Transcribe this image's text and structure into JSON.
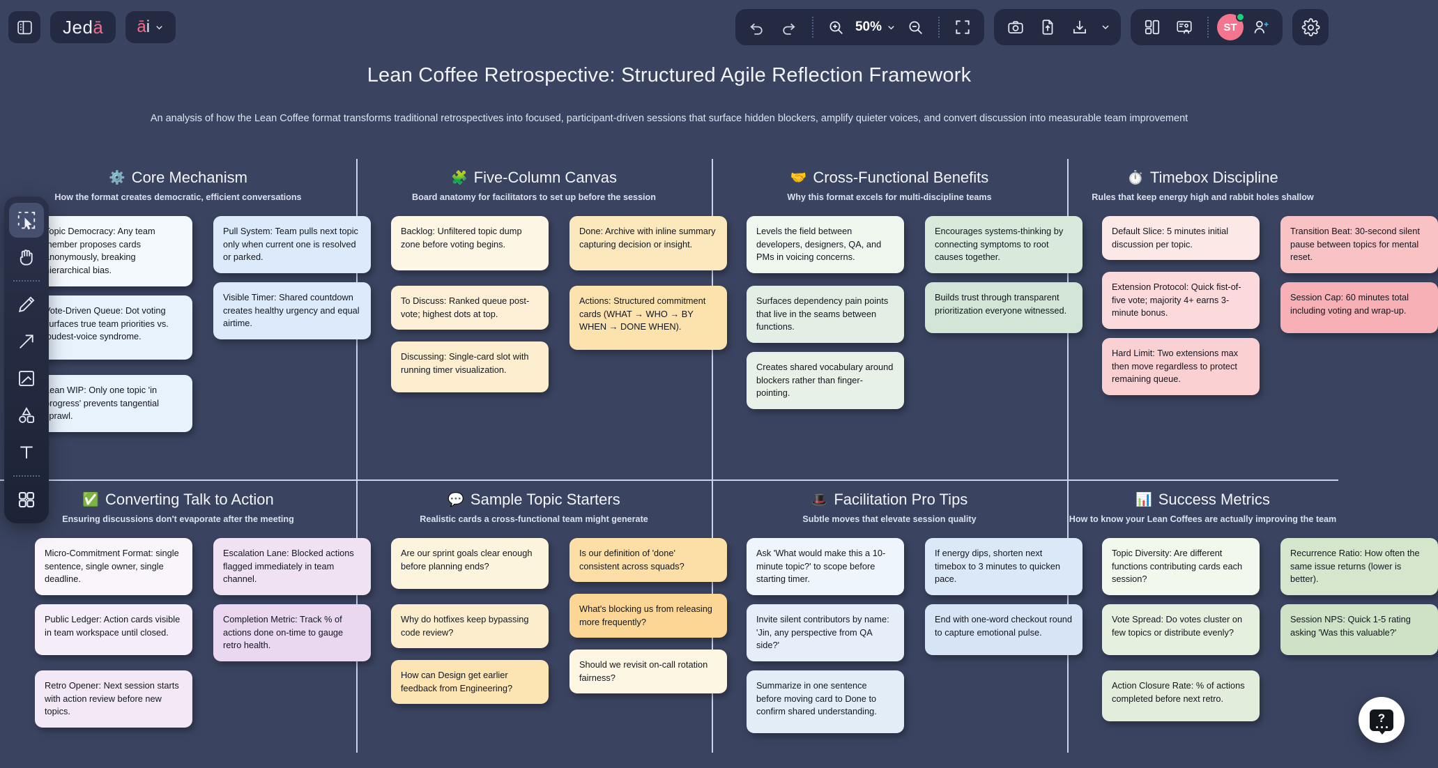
{
  "app": {
    "brand_main": "Jed",
    "brand_accent": "ā",
    "ai_label": "ā",
    "ai_bar": "i",
    "zoom_level": "50%",
    "avatar_initials": "ST"
  },
  "toolbar": {
    "sidebar_toggle": "sidebar-panel-toggle",
    "undo": "Undo",
    "redo": "Redo",
    "zoom_in": "Zoom in",
    "zoom_out": "Zoom out",
    "fit_screen": "Fit to screen",
    "camera": "Screenshot",
    "upload": "Upload",
    "download": "Download",
    "layout": "Layout view",
    "present": "Present",
    "add_user": "Invite",
    "settings": "Settings"
  },
  "tools": [
    {
      "name": "select-tool",
      "active": true
    },
    {
      "name": "hand-tool",
      "active": false
    },
    {
      "name": "pen-tool",
      "active": false
    },
    {
      "name": "arrow-tool",
      "active": false
    },
    {
      "name": "sticky-note-tool",
      "active": false
    },
    {
      "name": "shapes-tool",
      "active": false
    },
    {
      "name": "text-tool",
      "active": false
    },
    {
      "name": "apps-tool",
      "active": false
    }
  ],
  "document": {
    "title": "Lean Coffee Retrospective: Structured Agile Reflection Framework",
    "subtitle": "An analysis of how the Lean Coffee format transforms traditional retrospectives into focused, participant-driven sessions that surface hidden blockers, amplify quieter voices, and convert discussion into measurable team improvement"
  },
  "help": {
    "label": "?"
  },
  "quadrants": [
    {
      "id": "core-mechanism",
      "emoji": "⚙️",
      "title": "Core Mechanism",
      "subtitle": "How the format creates democratic, efficient conversations",
      "colA": [
        {
          "text": "Topic Democracy: Any team member proposes cards anonymously, breaking hierarchical bias.",
          "bg": "#f4f9fe",
          "h": 92
        },
        {
          "text": "Vote-Driven Queue: Dot voting surfaces true team priorities vs. loudest-voice syndrome.",
          "bg": "#e8f2fd",
          "h": 92
        },
        {
          "text": "Lean WIP: Only one topic 'in progress' prevents tangential sprawl.",
          "bg": "#e8f2fd",
          "h": 73
        }
      ],
      "colB": [
        {
          "text": "Pull System: Team pulls next topic only when current one is resolved or parked.",
          "bg": "#ddeafb",
          "h": 73
        },
        {
          "text": "Visible Timer: Shared countdown creates healthy urgency and equal airtime.",
          "bg": "#ddeafb",
          "h": 73
        }
      ]
    },
    {
      "id": "five-column-canvas",
      "emoji": "🧩",
      "title": "Five-Column Canvas",
      "subtitle": "Board anatomy for facilitators to set up before the session",
      "colA": [
        {
          "text": "Backlog: Unfiltered topic dump zone before voting begins.",
          "bg": "#fdf6e4",
          "h": 78
        },
        {
          "text": "To Discuss: Ranked queue post-vote; highest dots at top.",
          "bg": "#fdf0d7",
          "h": 58
        },
        {
          "text": "Discussing: Single-card slot with running timer visualization.",
          "bg": "#fdeecf",
          "h": 73
        }
      ],
      "colB": [
        {
          "text": "Done: Archive with inline summary capturing decision or insight.",
          "bg": "#fce8bd",
          "h": 78
        },
        {
          "text": "Actions: Structured commitment cards (WHAT → WHO → BY WHEN → DONE WHEN).",
          "bg": "#fce2ad",
          "h": 92
        }
      ]
    },
    {
      "id": "cross-functional-benefits",
      "emoji": "🤝",
      "title": "Cross-Functional Benefits",
      "subtitle": "Why this format excels for multi-discipline teams",
      "colA": [
        {
          "text": "Levels the field between developers, designers, QA, and PMs in voicing concerns.",
          "bg": "#eff7ef",
          "h": 78
        },
        {
          "text": "Surfaces dependency pain points that live in the seams between functions.",
          "bg": "#e3efe4",
          "h": 73
        },
        {
          "text": "Creates shared vocabulary around blockers rather than finger-pointing.",
          "bg": "#e8f1e8",
          "h": 73
        }
      ],
      "colB": [
        {
          "text": "Encourages systems-thinking by connecting symptoms to root causes together.",
          "bg": "#d9e9dc",
          "h": 73
        },
        {
          "text": "Builds trust through transparent prioritization everyone witnessed.",
          "bg": "#d2e5d6",
          "h": 73
        }
      ]
    },
    {
      "id": "timebox-discipline",
      "emoji": "⏱️",
      "title": "Timebox Discipline",
      "subtitle": "Rules that keep energy high and rabbit holes shallow",
      "colA": [
        {
          "text": "Default Slice: 5 minutes initial discussion per topic.",
          "bg": "#fde8e8",
          "h": 58
        },
        {
          "text": "Extension Protocol: Quick fist-of-five vote; majority 4+ earns 3-minute bonus.",
          "bg": "#fcd9da",
          "h": 73
        },
        {
          "text": "Hard Limit: Two extensions max then move regardless to protect remaining queue.",
          "bg": "#fbd0d2",
          "h": 73
        }
      ],
      "colB": [
        {
          "text": "Transition Beat: 30-second silent pause between topics for mental reset.",
          "bg": "#f9c2c5",
          "h": 73
        },
        {
          "text": "Session Cap: 60 minutes total including voting and wrap-up.",
          "bg": "#f7b0b5",
          "h": 73
        }
      ]
    },
    {
      "id": "converting-talk-to-action",
      "emoji": "✅",
      "title": "Converting Talk to Action",
      "subtitle": "Ensuring discussions don't evaporate after the meeting",
      "colA": [
        {
          "text": "Micro-Commitment Format: single sentence, single owner, single deadline.",
          "bg": "#faf5fb",
          "h": 73
        },
        {
          "text": "Public Ledger: Action cards visible in team workspace until closed.",
          "bg": "#f5edf8",
          "h": 73
        },
        {
          "text": "Retro Opener: Next session starts with action review before new topics.",
          "bg": "#f2e8f6",
          "h": 73
        }
      ],
      "colB": [
        {
          "text": "Escalation Lane: Blocked actions flagged immediately in team channel.",
          "bg": "#f0e2f3",
          "h": 73
        },
        {
          "text": "Completion Metric: Track % of actions done on-time to gauge retro health.",
          "bg": "#e9d8ef",
          "h": 73
        }
      ]
    },
    {
      "id": "sample-topic-starters",
      "emoji": "💬",
      "title": "Sample Topic Starters",
      "subtitle": "Realistic cards a cross-functional team might generate",
      "colA": [
        {
          "text": "Are our sprint goals clear enough before planning ends?",
          "bg": "#fdf4dd",
          "h": 73
        },
        {
          "text": "Why do hotfixes keep bypassing code review?",
          "bg": "#fceecd",
          "h": 58
        },
        {
          "text": "How can Design get earlier feedback from Engineering?",
          "bg": "#fce4b3",
          "h": 58
        }
      ],
      "colB": [
        {
          "text": "Is our definition of 'done' consistent across squads?",
          "bg": "#fcdfa6",
          "h": 58
        },
        {
          "text": "What's blocking us from releasing more frequently?",
          "bg": "#fbd694",
          "h": 58
        },
        {
          "text": "Should we revisit on-call rotation fairness?",
          "bg": "#fdf6e3",
          "h": 58
        }
      ]
    },
    {
      "id": "facilitation-pro-tips",
      "emoji": "🎩",
      "title": "Facilitation Pro Tips",
      "subtitle": "Subtle moves that elevate session quality",
      "colA": [
        {
          "text": "Ask 'What would make this a 10-minute topic?' to scope before starting timer.",
          "bg": "#eff5fc",
          "h": 73
        },
        {
          "text": "Invite silent contributors by name: 'Jin, any perspective from QA side?'",
          "bg": "#e6eff9",
          "h": 73
        },
        {
          "text": "Summarize in one sentence before moving card to Done to confirm shared understanding.",
          "bg": "#e3edf8",
          "h": 90
        }
      ],
      "colB": [
        {
          "text": "If energy dips, shorten next timebox to 3 minutes to quicken pace.",
          "bg": "#dbe8f7",
          "h": 73
        },
        {
          "text": "End with one-word checkout round to capture emotional pulse.",
          "bg": "#d6e4f5",
          "h": 73
        }
      ]
    },
    {
      "id": "success-metrics",
      "emoji": "📊",
      "title": "Success Metrics",
      "subtitle": "How to know your Lean Coffees are actually improving the team",
      "colA": [
        {
          "text": "Topic Diversity: Are different functions contributing cards each session?",
          "bg": "#f2f8ec",
          "h": 73
        },
        {
          "text": "Vote Spread: Do votes cluster on few topics or distribute evenly?",
          "bg": "#e6f0de",
          "h": 73
        },
        {
          "text": "Action Closure Rate: % of actions completed before next retro.",
          "bg": "#e2eddb",
          "h": 73
        }
      ],
      "colB": [
        {
          "text": "Recurrence Ratio: How often the same issue returns (lower is better).",
          "bg": "#d6e6cd",
          "h": 73
        },
        {
          "text": "Session NPS: Quick 1-5 rating asking 'Was this valuable?'",
          "bg": "#cfe2c6",
          "h": 73
        }
      ]
    }
  ]
}
